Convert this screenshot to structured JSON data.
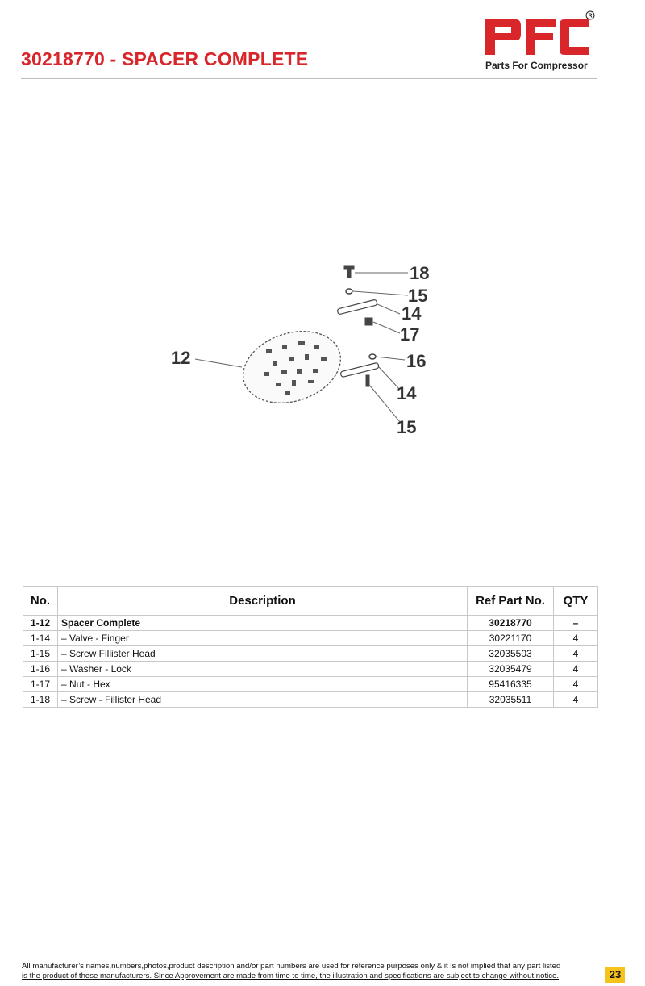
{
  "header": {
    "title": "30218770 - SPACER COMPLETE",
    "logo_text": "PFC",
    "logo_tagline": "Parts For Compressor",
    "registered_mark": "®",
    "brand_color": "#d8262b"
  },
  "figure": {
    "callouts": [
      "18",
      "15",
      "14",
      "17",
      "12",
      "16",
      "14",
      "15"
    ]
  },
  "table": {
    "headers": {
      "no": "No.",
      "description": "Description",
      "ref": "Ref Part No.",
      "qty": "QTY"
    },
    "rows": [
      {
        "no": "1-12",
        "description": "Spacer Complete",
        "ref": "30218770",
        "qty": "–"
      },
      {
        "no": "1-14",
        "description": "– Valve - Finger",
        "ref": "30221170",
        "qty": "4"
      },
      {
        "no": "1-15",
        "description": "– Screw Fillister Head",
        "ref": "32035503",
        "qty": "4"
      },
      {
        "no": "1-16",
        "description": "– Washer - Lock",
        "ref": "32035479",
        "qty": "4"
      },
      {
        "no": "1-17",
        "description": "– Nut - Hex",
        "ref": "95416335",
        "qty": "4"
      },
      {
        "no": "1-18",
        "description": "– Screw -  Fillister Head",
        "ref": "32035511",
        "qty": "4"
      }
    ]
  },
  "footer": {
    "line1": "All manufacturer’s names,numbers,photos,product description and/or part numbers are used for reference purposes only & it is not implied that any part listed",
    "line2": "is the product of these manufacturers.  Since Approvement are made from time to time,  the illustration and specifications are subject to change without notice.",
    "page_number": "23",
    "page_badge_color": "#f6c21c"
  }
}
